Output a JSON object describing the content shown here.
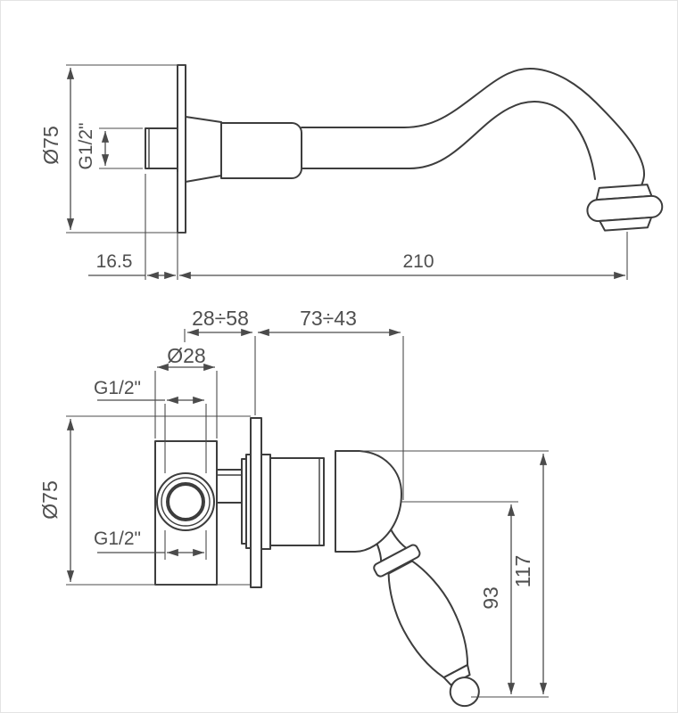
{
  "figure": {
    "kind": "technical-dimension-drawing",
    "subject": "wall-mounted basin mixer (spout side view and valve body view)"
  },
  "labels": {
    "top_view": {
      "plate_diameter": "Ø75",
      "inlet_thread": "G1/2\"",
      "wall_recess_depth": "16.5",
      "spout_reach": "210"
    },
    "bottom_view": {
      "install_depth_range": "28÷58",
      "projection_range": "73÷43",
      "body_diameter": "Ø28",
      "thread_top": "G1/2\"",
      "plate_diameter": "Ø75",
      "thread_bottom": "G1/2\"",
      "handle_drop": "93",
      "total_drop": "117"
    }
  },
  "colors": {
    "outline": "#3d3d3d",
    "dimension": "#4b4b4b",
    "text": "#4f4f4f",
    "background": "#ffffff",
    "frame": "#e3e3e3"
  }
}
